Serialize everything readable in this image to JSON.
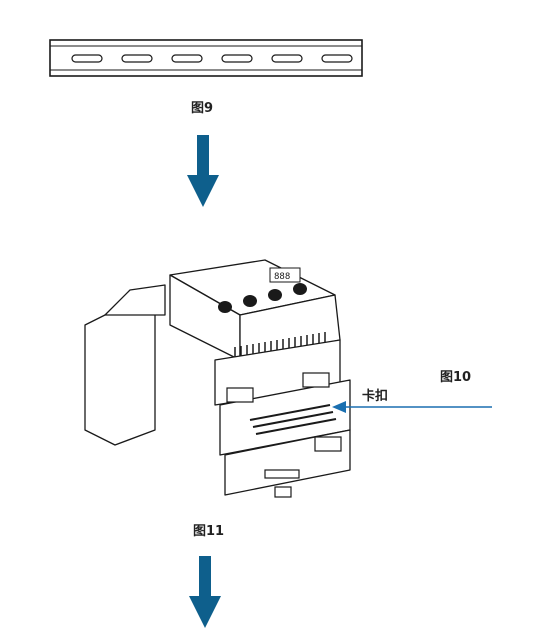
{
  "figures": {
    "fig9_label": "图9",
    "fig10_label": "图10",
    "fig11_label": "图11"
  },
  "callouts": {
    "clip_label": "卡扣"
  },
  "colors": {
    "arrow": "#0e5f8c",
    "line": "#1a1a1a",
    "callout_arrow": "#1a6fb0"
  },
  "icons": {
    "down_arrow": "arrow-down-icon",
    "callout_arrow": "arrow-left-icon"
  }
}
